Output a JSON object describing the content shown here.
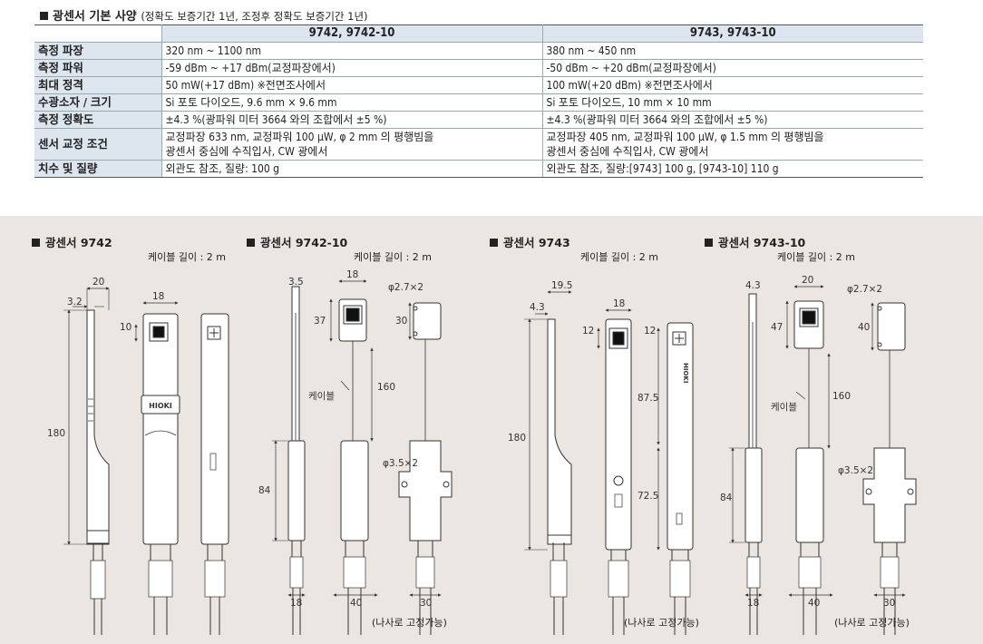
{
  "spec": {
    "title": "광센서 기본 사양",
    "subtitle": "(정확도 보증기간 1년, 조정후 정확도 보증기간 1년)",
    "col1": "9742, 9742-10",
    "col2": "9743, 9743-10",
    "rows": [
      {
        "label": "측정 파장",
        "v1": [
          "320 nm ~ 1100 nm"
        ],
        "v2": [
          "380 nm ~ 450 nm"
        ]
      },
      {
        "label": "측정 파워",
        "v1": [
          "-59 dBm ~ +17 dBm(교정파장에서)"
        ],
        "v2": [
          "-50 dBm ~ +20 dBm(교정파장에서)"
        ]
      },
      {
        "label": "최대 정격",
        "v1": [
          "50 mW(+17 dBm) ※전면조사에서"
        ],
        "v2": [
          "100 mW(+20 dBm) ※전면조사에서"
        ]
      },
      {
        "label": "수광소자 / 크기",
        "v1": [
          "Si 포토 다이오드, 9.6 mm × 9.6 mm"
        ],
        "v2": [
          "Si 포토 다이오드, 10 mm × 10 mm"
        ]
      },
      {
        "label": "측정 정확도",
        "v1": [
          "±4.3 %(광파워 미터 3664 와의 조합에서 ±5 %)"
        ],
        "v2": [
          "±4.3 %(광파워 미터 3664 와의 조합에서 ±5 %)"
        ]
      },
      {
        "label": "센서 교정 조건",
        "v1": [
          "교정파장 633 nm, 교정파워 100 μW, φ 2 mm 의 평행빔을",
          "광센서 중심에 수직입사, CW 광에서"
        ],
        "v2": [
          "교정파장 405 nm, 교정파워 100 μW, φ 1.5 mm 의 평행빔을",
          "광센서 중심에 수직입사, CW 광에서"
        ]
      },
      {
        "label": "치수 및 질량",
        "v1": [
          "외관도 참조, 질량: 100 g"
        ],
        "v2": [
          "외관도 참조, 질량:[9743] 100 g, [9743-10] 110 g"
        ]
      }
    ]
  },
  "drawings": {
    "sections": [
      {
        "title": "광센서 9742",
        "cable": "케이블 길이 : 2 m"
      },
      {
        "title": "광센서 9742-10",
        "cable": "케이블 길이 : 2 m",
        "note": "(나사로 고정가능)"
      },
      {
        "title": "광센서 9743",
        "cable": "케이블 길이 : 2 m"
      },
      {
        "title": "광센서 9743-10",
        "cable": "케이블 길이 : 2 m",
        "note": "(나사로 고정가능)"
      }
    ],
    "dims": {
      "s9742": {
        "w_top": "20",
        "t": "3.2",
        "face": "18",
        "win": "10",
        "h": "180"
      },
      "s974210": {
        "a": "3.5",
        "b": "18",
        "c": "37",
        "d": "φ2.7×2",
        "e": "30",
        "f": "160",
        "g": "84",
        "h": "φ3.5×2",
        "i": "18",
        "j": "40",
        "k": "30",
        "cable_label": "케이블"
      },
      "s9743": {
        "w_top": "19.5",
        "t": "4.3",
        "face": "18",
        "win1": "12",
        "win2": "12",
        "h": "180",
        "m1": "87.5",
        "m2": "72.5"
      },
      "s974310": {
        "a": "4.3",
        "b": "20",
        "c": "47",
        "d": "φ2.7×2",
        "e": "40",
        "f": "160",
        "g": "84",
        "h": "φ3.5×2",
        "i": "18",
        "j": "40",
        "k": "30",
        "cable_label": "케이블"
      }
    },
    "brand": "HIOKI"
  }
}
